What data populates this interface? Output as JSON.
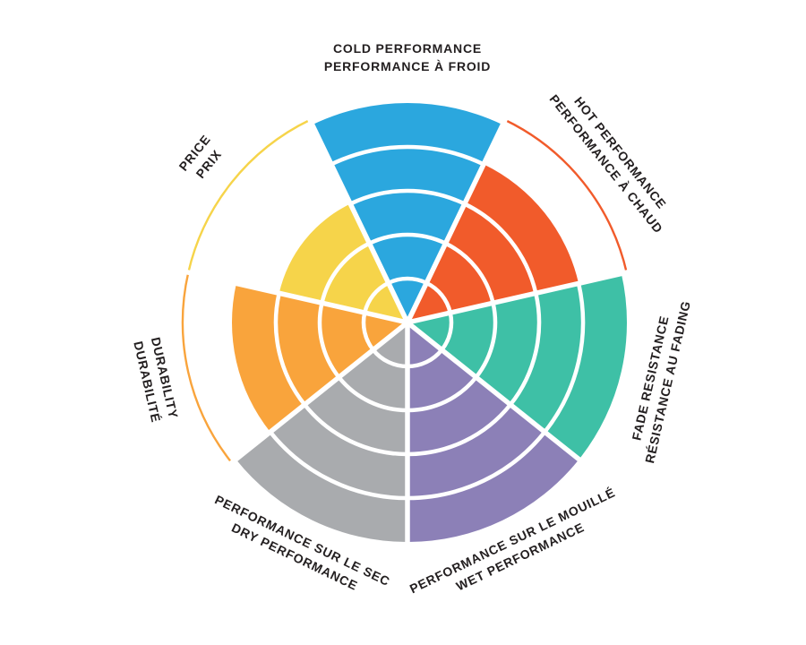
{
  "chart_data": {
    "type": "polar-sector-wheel",
    "description": "Brake pad / tyre performance wheel, 7 sectors rated out of 5 concentric rings",
    "max_level": 5,
    "background": "#FFFFFF",
    "text_color": "#231F20",
    "ring_separator_color": "#FFFFFF",
    "sectors": [
      {
        "id": "cold",
        "label_en": "COLD PERFORMANCE",
        "label_fr": "PERFORMANCE À FROID",
        "value": 5,
        "color": "#2BA7DE"
      },
      {
        "id": "hot",
        "label_en": "HOT PERFORMANCE",
        "label_fr": "PERFORMANCE À CHAUD",
        "value": 4,
        "color": "#F15B2B"
      },
      {
        "id": "fade",
        "label_en": "FADE RESISTANCE",
        "label_fr": "RÉSISTANCE AU FADING",
        "value": 5,
        "color": "#3EC0A6"
      },
      {
        "id": "wet",
        "label_en": "WET PERFORMANCE",
        "label_fr": "PERFORMANCE SUR LE MOUILLÉ",
        "value": 5,
        "color": "#8C80B7"
      },
      {
        "id": "dry",
        "label_en": "DRY PERFORMANCE",
        "label_fr": "PERFORMANCE SUR LE SEC",
        "value": 5,
        "color": "#A9ABAE"
      },
      {
        "id": "durability",
        "label_en": "DURABILITY",
        "label_fr": "DURABILITÉ",
        "value": 4,
        "color": "#F9A43C"
      },
      {
        "id": "price",
        "label_en": "PRICE",
        "label_fr": "PRIX",
        "value": 3,
        "color": "#F6D44A"
      }
    ],
    "layout_hints": {
      "start_position": "top",
      "direction": "clockwise",
      "first_sector": "cold",
      "unfilled_levels_marker": "thin outer arc in sector color at max ring",
      "labels": "tangential, bilingual two-line, flipped to stay upright",
      "line_order": {
        "cold": [
          "en",
          "fr"
        ],
        "hot": [
          "en",
          "fr"
        ],
        "fade": [
          "en",
          "fr"
        ],
        "wet": [
          "fr",
          "en"
        ],
        "dry": [
          "fr",
          "en"
        ],
        "durability": [
          "en",
          "fr"
        ],
        "price": [
          "en",
          "fr"
        ]
      }
    }
  }
}
